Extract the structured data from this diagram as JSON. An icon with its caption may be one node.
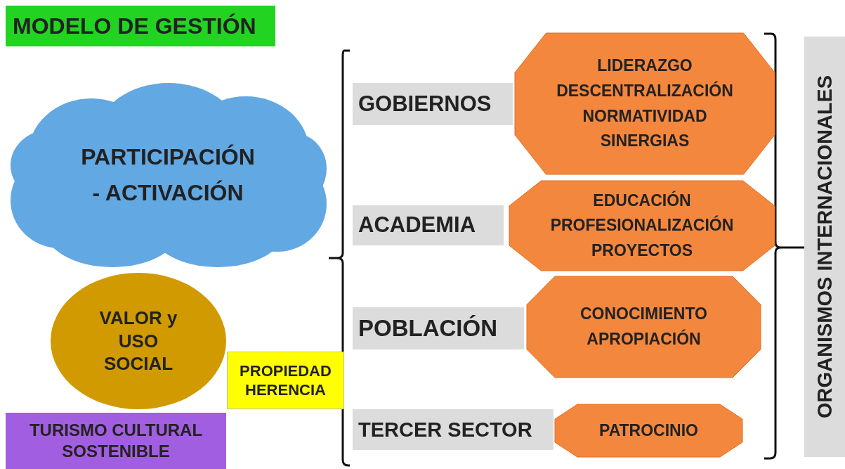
{
  "diagram": {
    "title": "MODELO DE GESTIÓN",
    "nodes": [
      {
        "text": [
          "PARTICIPACIÓN - ACTIVACIÓN"
        ]
      },
      {
        "text": [
          "VALOR y USO SOCIAL"
        ]
      },
      {
        "text": [
          "PROPIEDAD HERENCIA"
        ]
      },
      {
        "text": [
          "TURISMO CULTURAL SOSTENIBLE"
        ]
      },
      {
        "text": [
          "GOBIERNOS"
        ]
      },
      {
        "text": [
          "LIDERAZGO",
          "DESCENTRALIZACIÓN",
          "NORMATIVIDAD",
          "SINERGIAS"
        ]
      },
      {
        "text": [
          "ACADEMIA"
        ]
      },
      {
        "text": [
          "EDUCACIÓN",
          "PROFESIONALIZACIÓN",
          "PROYECTOS"
        ]
      },
      {
        "text": [
          "POBLACIÓN"
        ]
      },
      {
        "text": [
          "CONOCIMIENTO",
          "APROPIACIÓN"
        ]
      },
      {
        "text": [
          "TERCER SECTOR"
        ]
      },
      {
        "text": [
          "PATROCINIO"
        ]
      },
      {
        "text": [
          "ORGANISMOS INTERNACIONALES"
        ]
      }
    ],
    "edges": []
  }
}
